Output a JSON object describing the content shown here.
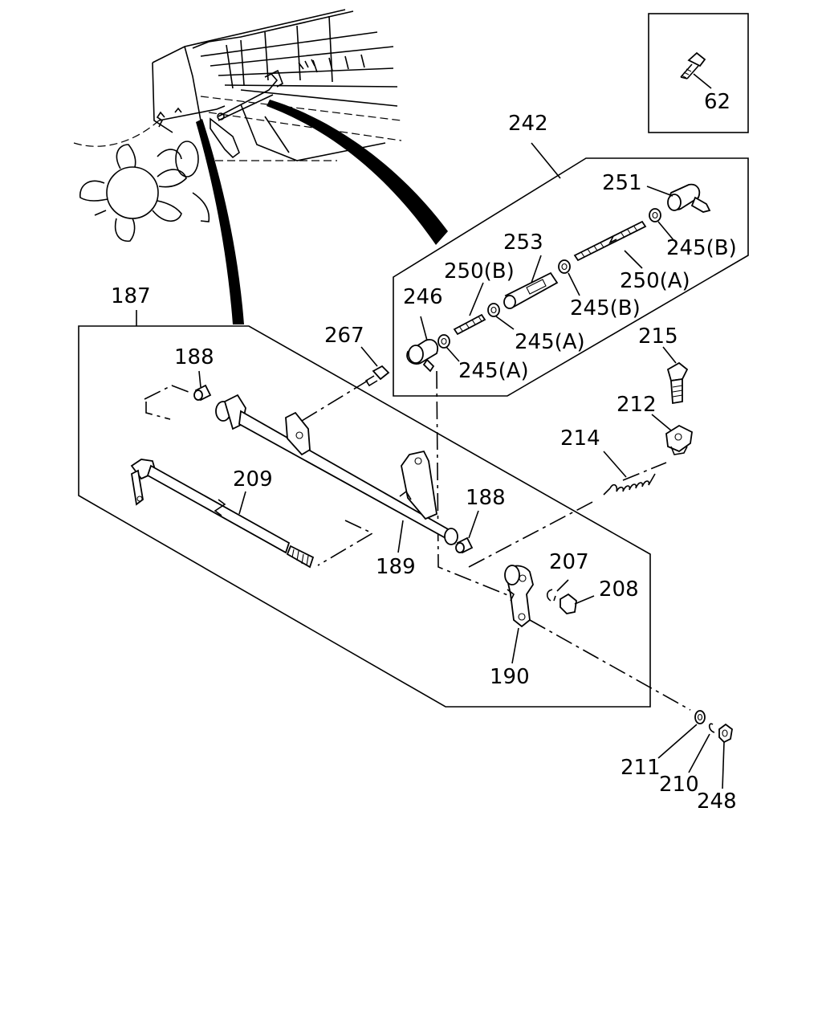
{
  "labels": {
    "l62": "62",
    "l242": "242",
    "l251": "251",
    "l253": "253",
    "l245b_top": "245(B)",
    "l250b": "250(B)",
    "l250a": "250(A)",
    "l245b_mid": "245(B)",
    "l246": "246",
    "l245a_mid": "245(A)",
    "l245a_low": "245(A)",
    "l187": "187",
    "l267": "267",
    "l215": "215",
    "l188_top": "188",
    "l212": "212",
    "l214": "214",
    "l209": "209",
    "l188_mid": "188",
    "l189": "189",
    "l207": "207",
    "l208": "208",
    "l190": "190",
    "l211": "211",
    "l210": "210",
    "l248": "248"
  }
}
